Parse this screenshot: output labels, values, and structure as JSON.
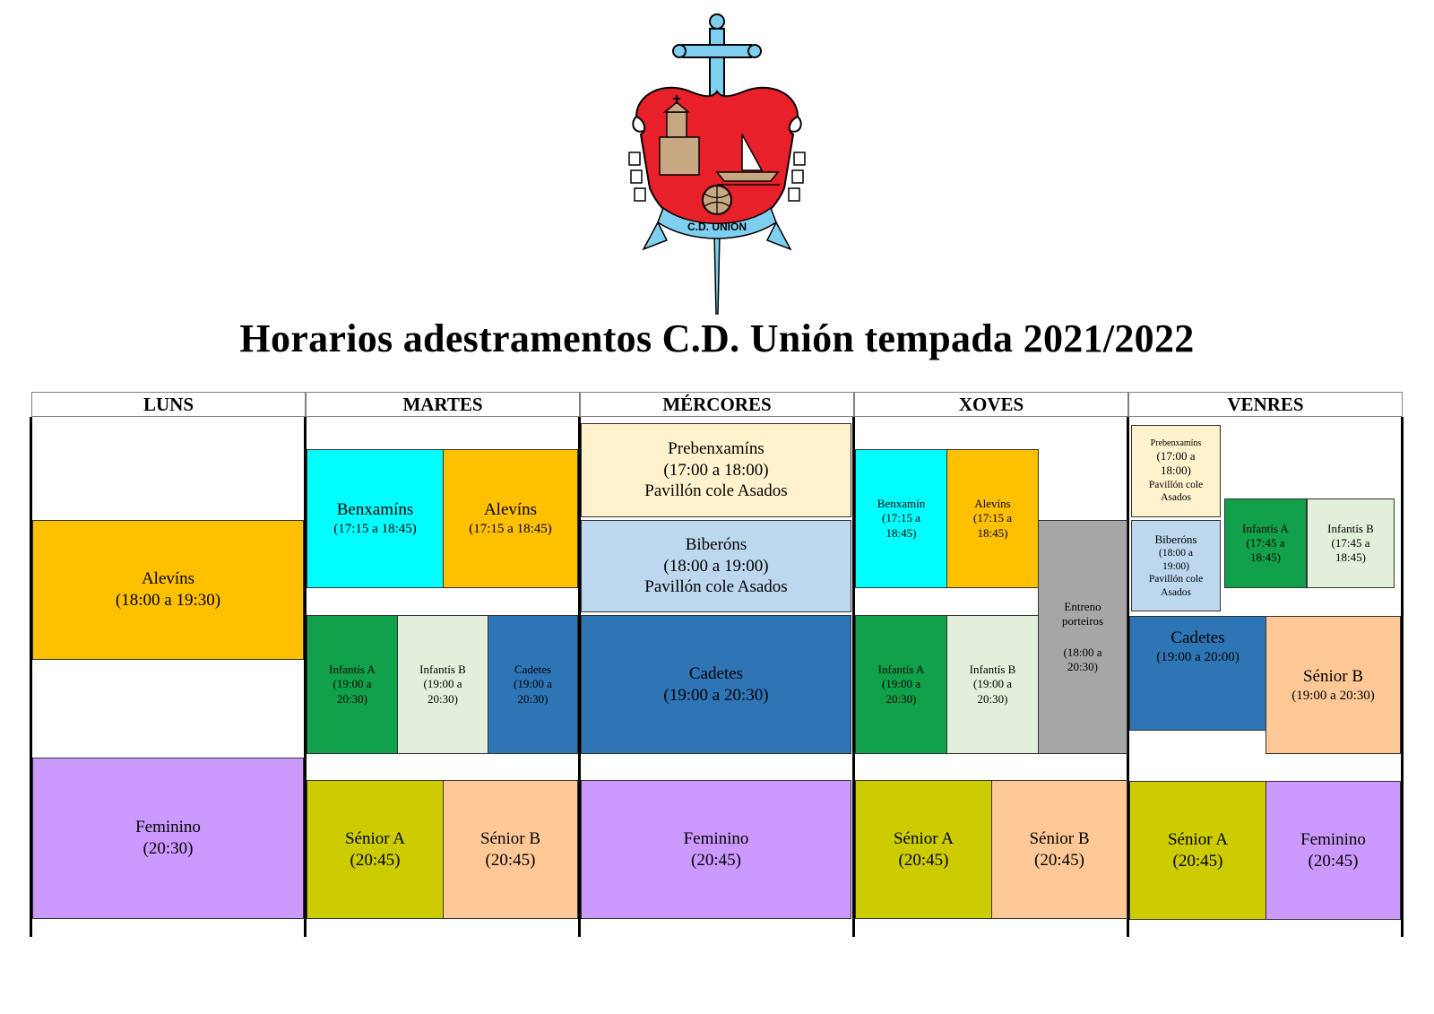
{
  "logo": {
    "badge_text": "C.D. UNION"
  },
  "title": "Horarios adestramentos C.D. Unión tempada 2021/2022",
  "days": [
    "LUNS",
    "MARTES",
    "MÉRCORES",
    "XOVES",
    "VENRES"
  ],
  "colors": {
    "alevins": "#ffc000",
    "benxamins": "#00ffff",
    "feminino": "#cc99ff",
    "infantis_a": "#12a14b",
    "infantis_b": "#e2efda",
    "cadetes": "#2e75b6",
    "senior_a": "#cccc00",
    "senior_b": "#ffc896",
    "prebenxamins": "#fff2cc",
    "biberons": "#bdd7ee",
    "porteiros": "#a6a6a6",
    "crest_red": "#e8202a",
    "crest_blue": "#7fd0f0"
  },
  "luns": {
    "alevins": {
      "name": "Alevíns",
      "time": "(18:00 a 19:30)"
    },
    "feminino": {
      "name": "Feminino",
      "time": "(20:30)"
    }
  },
  "martes": {
    "benxamins": {
      "name": "Benxamíns",
      "time": "(17:15 a 18:45)"
    },
    "alevins": {
      "name": "Alevíns",
      "time": "(17:15 a 18:45)"
    },
    "infantis_a": {
      "name": "Infantís A",
      "time1": "(19:00 a",
      "time2": "20:30)"
    },
    "infantis_b": {
      "name": "Infantís B",
      "time1": "(19:00 a",
      "time2": "20:30)"
    },
    "cadetes": {
      "name": "Cadetes",
      "time1": "(19:00 a",
      "time2": "20:30)"
    },
    "senior_a": {
      "name": "Sénior A",
      "time": "(20:45)"
    },
    "senior_b": {
      "name": "Sénior B",
      "time": "(20:45)"
    }
  },
  "mercores": {
    "prebenxamins": {
      "name": "Prebenxamíns",
      "time": "(17:00 a 18:00)",
      "place": "Pavillón cole Asados"
    },
    "biberons": {
      "name": "Biberóns",
      "time": "(18:00 a 19:00)",
      "place": "Pavillón cole Asados"
    },
    "cadetes": {
      "name": "Cadetes",
      "time": "(19:00 a 20:30)"
    },
    "feminino": {
      "name": "Feminino",
      "time": "(20:45)"
    }
  },
  "xoves": {
    "benxamin": {
      "name": "Benxamín",
      "time1": "(17:15 a",
      "time2": "18:45)"
    },
    "alevins": {
      "name": "Alevíns",
      "time1": "(17:15 a",
      "time2": "18:45)"
    },
    "porteiros": {
      "name1": "Entreno",
      "name2": "porteiros",
      "time1": "(18:00 a",
      "time2": "20:30)"
    },
    "infantis_a": {
      "name": "Infantís A",
      "time1": "(19:00 a",
      "time2": "20:30)"
    },
    "infantis_b": {
      "name": "Infantís B",
      "time1": "(19:00 a",
      "time2": "20:30)"
    },
    "senior_a": {
      "name": "Sénior A",
      "time": "(20:45)"
    },
    "senior_b": {
      "name": "Sénior B",
      "time": "(20:45)"
    }
  },
  "venres": {
    "prebenxamins": {
      "name": "Prebenxamíns",
      "time1": "(17:00 a",
      "time2": "18:00)",
      "place1": "Pavillón cole",
      "place2": "Asados"
    },
    "infantis_a": {
      "name": "Infantís A",
      "time1": "(17:45 a",
      "time2": "18:45)"
    },
    "infantis_b": {
      "name": "Infantís B",
      "time1": "(17:45 a",
      "time2": "18:45)"
    },
    "biberons": {
      "name": "Biberóns",
      "time1": "(18:00 a",
      "time2": "19:00)",
      "place1": "Pavillón cole",
      "place2": "Asados"
    },
    "cadetes": {
      "name": "Cadetes",
      "time": "(19:00 a 20:00)"
    },
    "senior_b": {
      "name": "Sénior B",
      "time": "(19:00 a 20:30)"
    },
    "senior_a": {
      "name": "Sénior A",
      "time": "(20:45)"
    },
    "feminino": {
      "name": "Feminino",
      "time": "(20:45)"
    }
  }
}
